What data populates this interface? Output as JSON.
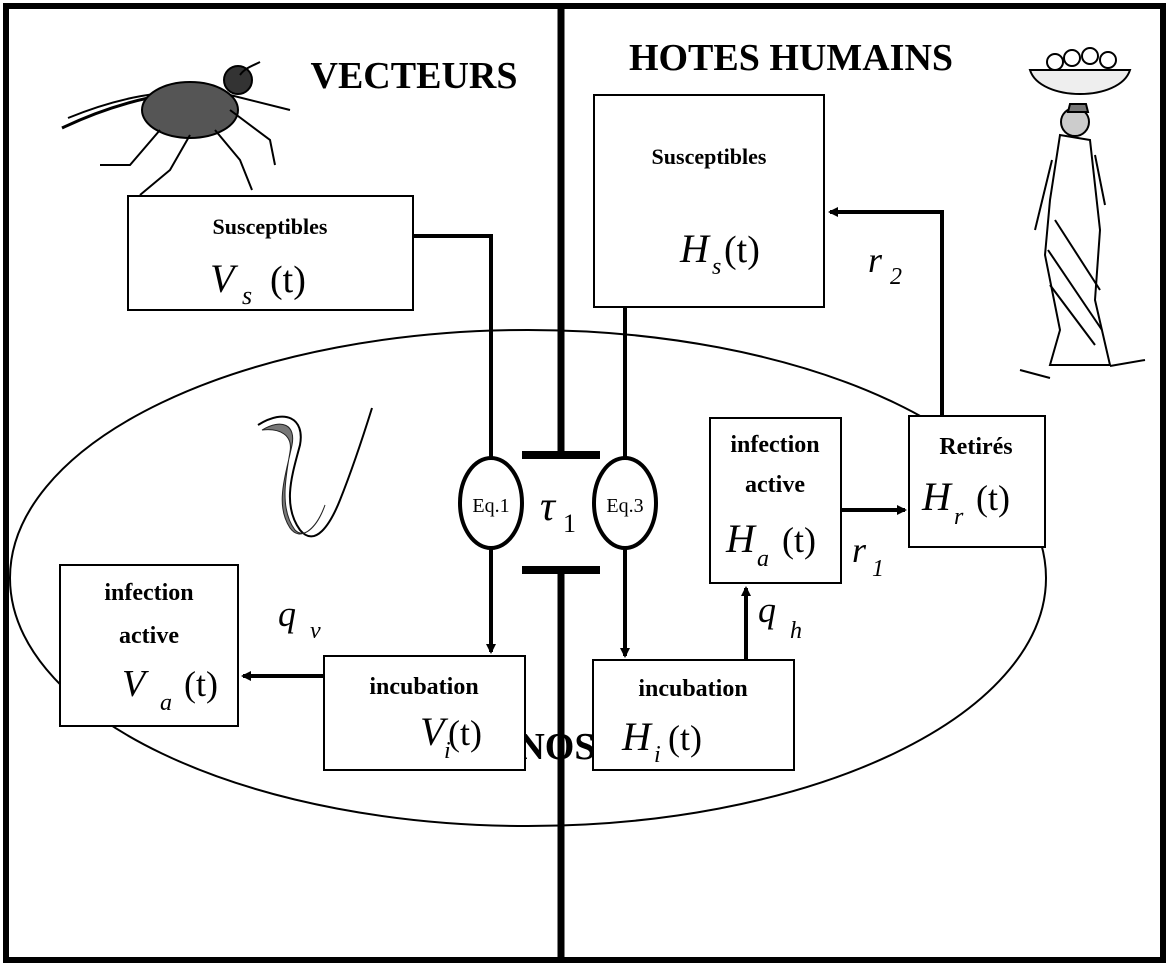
{
  "headers": {
    "vectors": "VECTEURS",
    "hosts": "HOTES HUMAINS",
    "parasites": "TRYPANOSOMES"
  },
  "vector_boxes": {
    "susceptible": {
      "label": "Susceptibles",
      "symbol": "V",
      "sub": "s",
      "arg": "(t)"
    },
    "incubation": {
      "label": "incubation",
      "symbol": "V",
      "sub": "i",
      "arg": "(t)"
    },
    "active": {
      "label_line1": "infection",
      "label_line2": "active",
      "symbol": "V",
      "sub": "a",
      "arg": "(t)"
    }
  },
  "host_boxes": {
    "susceptible": {
      "label": "Susceptibles",
      "symbol": "H",
      "sub": "s",
      "arg": "(t)"
    },
    "incubation": {
      "label": "incubation",
      "symbol": "H",
      "sub": "i",
      "arg": "(t)"
    },
    "active": {
      "label_line1": "infection",
      "label_line2": "active",
      "symbol": "H",
      "sub": "a",
      "arg": "(t)"
    },
    "removed": {
      "label": "Retirés",
      "symbol": "H",
      "sub": "r",
      "arg": "(t)"
    }
  },
  "equations": {
    "eq1": "Eq.1",
    "eq3": "Eq.3"
  },
  "delay": {
    "symbol": "τ",
    "sub": "1"
  },
  "rates": {
    "qv": {
      "symbol": "q",
      "sub": "v"
    },
    "qh": {
      "symbol": "q",
      "sub": "h"
    },
    "r1": {
      "symbol": "r",
      "sub": "1"
    },
    "r2": {
      "symbol": "r",
      "sub": "2"
    }
  },
  "icons": [
    "tsetse-fly-icon",
    "woman-carrying-basket-icon",
    "trypanosome-icon"
  ]
}
